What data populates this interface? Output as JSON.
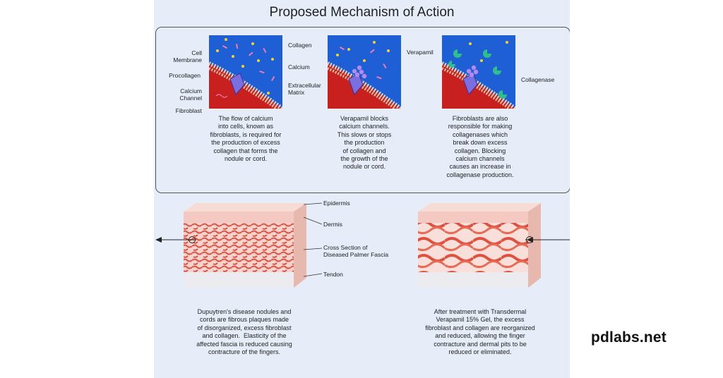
{
  "title": "Proposed Mechanism of Action",
  "panel1": {
    "labels": {
      "cell_membrane": "Cell\nMembrane",
      "procollagen": "Procollagen",
      "calcium_channel": "Calcium\nChannel",
      "fibroblast": "Fibroblast",
      "collagen": "Collagen",
      "calcium": "Calcium",
      "extracellular_matrix": "Extracellular\nMatrix"
    },
    "caption": "The flow of calcium\ninto cells, known as\nfibroblasts, is required for\nthe production of excess\ncollagen that forms the\nnodule or cord."
  },
  "panel2": {
    "labels": {
      "verapamil": "Verapamil"
    },
    "caption": "Verapamil blocks\ncalcium channels.\nThis slows or stops\nthe production\nof collagen and\nthe growth of the\nnodule or cord."
  },
  "panel3": {
    "labels": {
      "collagenase": "Collagenase"
    },
    "caption": "Fibroblasts are also\nresponsible for making\ncollagenases which\nbreak down excess\ncollagen. Blocking\ncalcium channels\ncauses an increase in\ncollagenase production."
  },
  "bottom": {
    "labels": {
      "epidermis": "Epidermis",
      "dermis": "Dermis",
      "cross_section": "Cross Section of\nDiseased Palmer Fascia",
      "tendon": "Tendon"
    },
    "caption_left": "Dupuytren's disease nodules and\ncords are fibrous plaques made\nof disorganized, excess fibroblast\nand collagen.  Elasticity of the\naffected fascia is reduced causing\ncontracture of the fingers.",
    "caption_right": "After treatment with Transdermal\nVerapamil 15% Gel, the excess\nfibroblast and collagen are reorganized\nand reduced, allowing the finger\ncontracture and dermal pits to be\nreduced or eliminated."
  },
  "watermark": "pdlabs.net",
  "colors": {
    "background": "#e6edf9",
    "matrix_blue": "#1f5fd6",
    "cell_red": "#c81f1f",
    "channel_purple": "#6a5bd6",
    "collagenase_green": "#2fbf8a",
    "skin_pink": "#f2b9b0",
    "tissue_red": "#e0503f",
    "tendon_white": "#ecebef"
  },
  "icons": [
    "left-arrow-icon",
    "right-arrow-icon"
  ]
}
